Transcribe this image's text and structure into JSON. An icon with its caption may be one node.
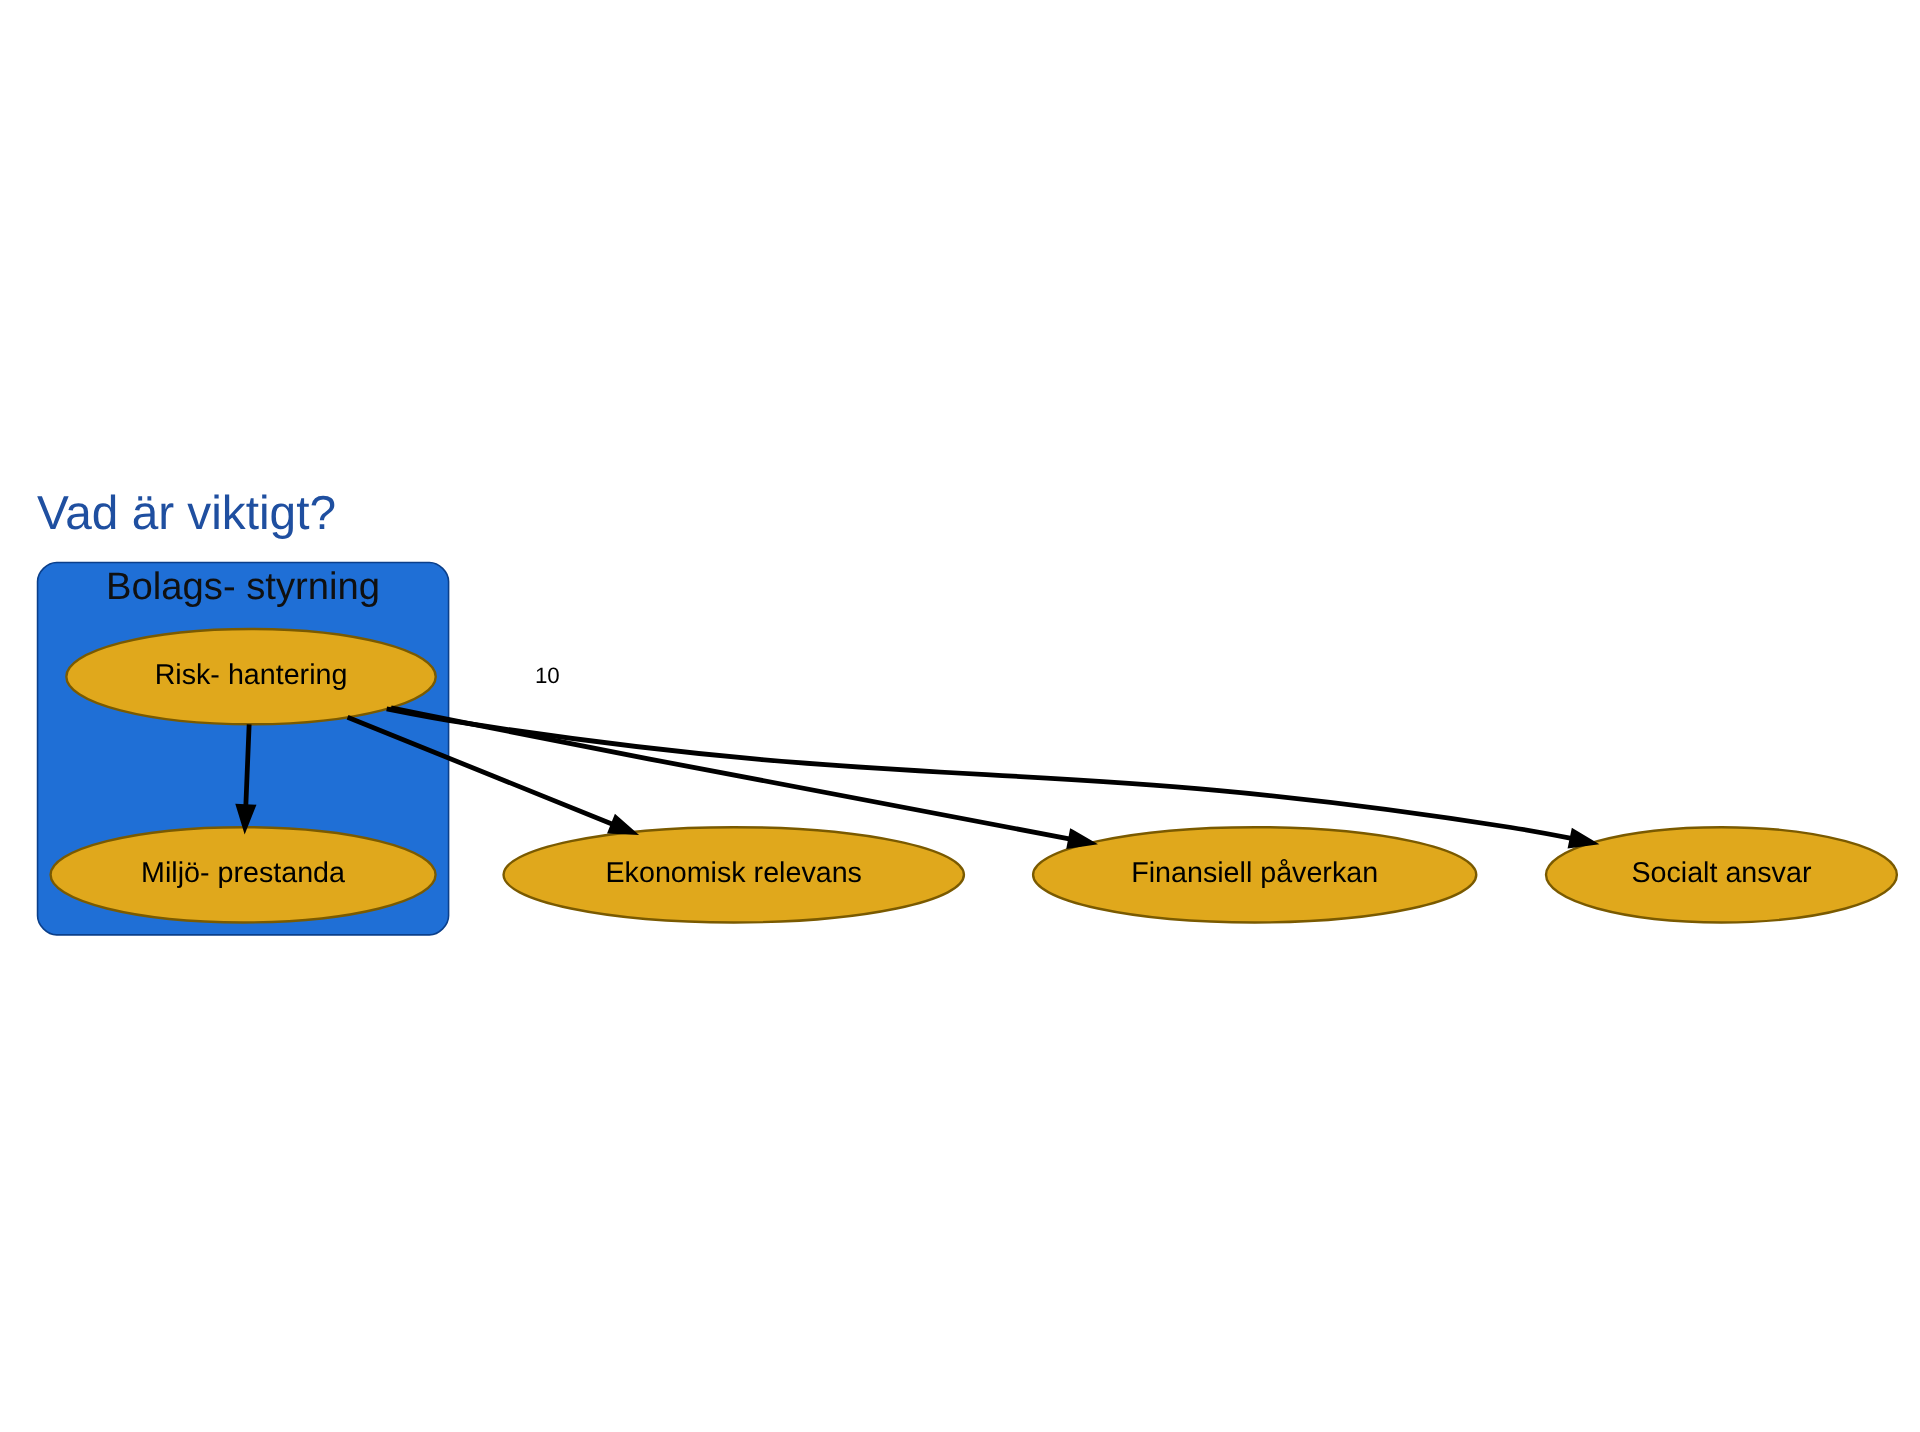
{
  "diagram": {
    "title": "Vad är viktigt?",
    "nodes": [
      {
        "text": [
          "Ekonomisk relevans"
        ]
      },
      {
        "text": [
          "Finansiell påverkan"
        ]
      },
      {
        "text": [
          "Bolags- styrning"
        ]
      },
      {
        "text": [
          "Socialt ansvar"
        ]
      },
      {
        "text": [
          "Risk- hantering"
        ],
        "in": 2
      },
      {
        "text": [
          "Miljö- prestanda"
        ],
        "in": 2
      }
    ],
    "edges": [
      {
        "from": 4,
        "to": 0,
        "arrow": "to"
      },
      {
        "from": 4,
        "to": 1,
        "arrow": "to"
      },
      {
        "from": 4,
        "to": 3,
        "arrow": "to"
      },
      {
        "from": 4,
        "to": 5,
        "arrow": "to"
      }
    ],
    "labels": [
      "10"
    ]
  }
}
